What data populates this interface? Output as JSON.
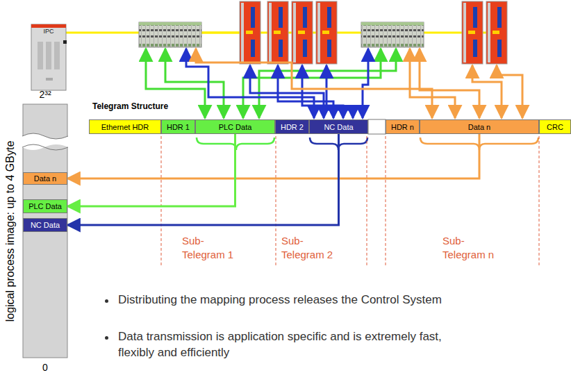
{
  "diagram": {
    "nodes": [
      {
        "text": [
          "IPC"
        ]
      },
      {
        "text": [
          "Ethernet HDR"
        ]
      },
      {
        "text": [
          "HDR 1"
        ]
      },
      {
        "text": [
          "PLC Data"
        ]
      },
      {
        "text": [
          "HDR 2"
        ]
      },
      {
        "text": [
          "NC Data"
        ]
      },
      {
        "text": [
          "HDR n"
        ]
      },
      {
        "text": [
          "Data n"
        ]
      },
      {
        "text": [
          "CRC"
        ]
      },
      {
        "text": [
          "2³²",
          "logical process image: up to 4 GByte",
          "0"
        ]
      },
      {
        "text": [
          "Data n"
        ],
        "in": 9
      },
      {
        "text": [
          "PLC Data"
        ],
        "in": 9
      },
      {
        "text": [
          "NC Data"
        ],
        "in": 9
      }
    ],
    "edges": [
      {
        "from": 7,
        "to": 10,
        "arrow": "to"
      },
      {
        "from": 3,
        "to": 11,
        "arrow": "to"
      },
      {
        "from": 5,
        "to": 12,
        "arrow": "to"
      }
    ],
    "labels": [
      "Telegram Structure",
      "Sub- Telegram 1",
      "Sub- Telegram 2",
      "Sub- Telegram n",
      "Distributing the mapping process releases the Control System",
      "Data transmission is application specific and is extremely fast, flexibly and efficiently"
    ]
  }
}
